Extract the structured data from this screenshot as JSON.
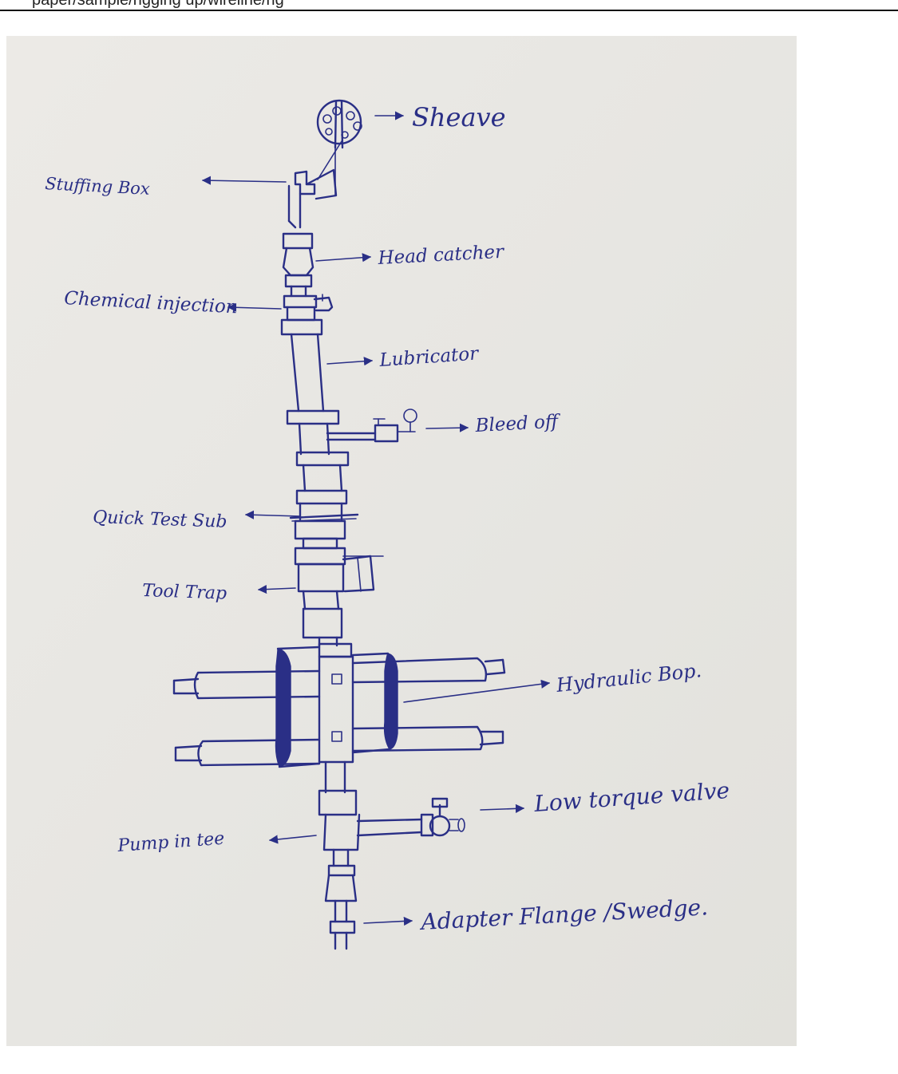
{
  "header": {
    "caption": "paper/sample/rigging up/wireline/rig"
  },
  "colors": {
    "paper": "#e9e8e4",
    "ink": "#2a2f86",
    "header_text": "#222222",
    "header_rule": "#111111"
  },
  "diagram": {
    "labels": {
      "sheave": "Sheave",
      "stuffing_box": "Stuffing Box",
      "head_catcher": "Head catcher",
      "chemical_injection": "Chemical injection",
      "lubricator": "Lubricator",
      "bleed_off": "Bleed off",
      "quick_test_sub": "Quick Test Sub",
      "tool_trap": "Tool Trap",
      "hydraulic_bop": "Hydraulic Bop.",
      "low_torque_valve": "Low torque valve",
      "pump_in_tee": "Pump in tee",
      "adapter_flange": "Adapter Flange /Swedge."
    }
  }
}
